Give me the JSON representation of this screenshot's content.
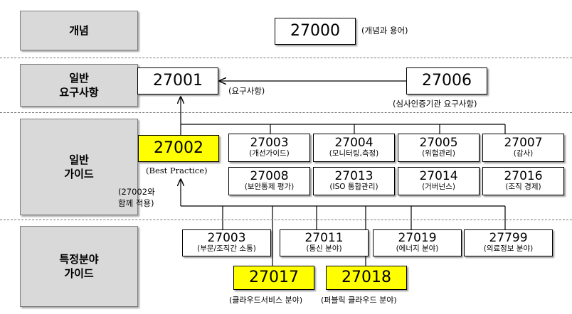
{
  "categories": {
    "concept": "개념",
    "general_req": "일반\n요구사항",
    "general_guide": "일반\n가이드",
    "sector_guide": "특정분야\n가이드"
  },
  "concept": {
    "num": "27000",
    "label": "(개념과 용어)"
  },
  "req": {
    "b27001": {
      "num": "27001",
      "label": "(요구사항)"
    },
    "b27006": {
      "num": "27006",
      "label": "(심사인증기관 요구사항)"
    }
  },
  "guide": {
    "b27002": {
      "num": "27002",
      "label": "(Best Practice)",
      "note": "(27002와\n함께 적용)"
    },
    "grid": [
      {
        "num": "27003",
        "sub": "(개선가이드)"
      },
      {
        "num": "27004",
        "sub": "(모니터링,측정)"
      },
      {
        "num": "27005",
        "sub": "(위험관리)"
      },
      {
        "num": "27007",
        "sub": "(감사)"
      },
      {
        "num": "27008",
        "sub": "(보안통제 평가)"
      },
      {
        "num": "27013",
        "sub": "(ISO 통합관리)"
      },
      {
        "num": "27014",
        "sub": "(거버넌스)"
      },
      {
        "num": "27016",
        "sub": "(조직 경제)"
      }
    ]
  },
  "sector": {
    "row": [
      {
        "num": "27003",
        "sub": "(부문/조직간 소통)"
      },
      {
        "num": "27011",
        "sub": "(통신 분야)"
      },
      {
        "num": "27019",
        "sub": "(에너지 분야)"
      },
      {
        "num": "27799",
        "sub": "(의료정보 분야)"
      }
    ],
    "b27017": {
      "num": "27017",
      "label": "(클라우드서비스 분야)"
    },
    "b27018": {
      "num": "27018",
      "label": "(퍼블릭 클라우드 분야)"
    }
  },
  "colors": {
    "highlight": "#ffff00",
    "category": "#d9d9d9"
  }
}
